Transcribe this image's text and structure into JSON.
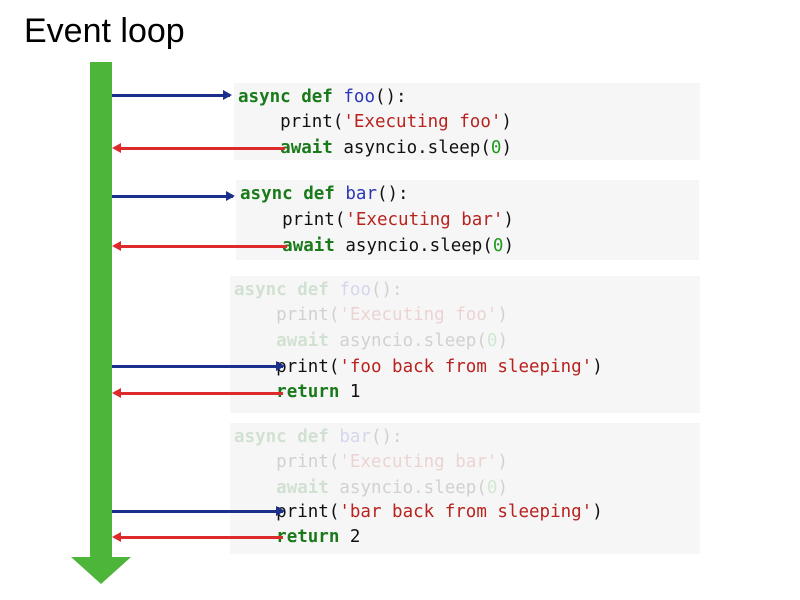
{
  "title": "Event loop",
  "blocks": [
    {
      "lines": [
        {
          "parts": [
            {
              "t": "async def",
              "c": "kw"
            },
            {
              "t": " ",
              "c": "plain"
            },
            {
              "t": "foo",
              "c": "fn"
            },
            {
              "t": "():",
              "c": "plain"
            }
          ]
        },
        {
          "parts": [
            {
              "t": "    print(",
              "c": "plain"
            },
            {
              "t": "'Executing foo'",
              "c": "str"
            },
            {
              "t": ")",
              "c": "plain"
            }
          ]
        },
        {
          "parts": [
            {
              "t": "    ",
              "c": "plain"
            },
            {
              "t": "await",
              "c": "kw"
            },
            {
              "t": " asyncio.sleep(",
              "c": "plain"
            },
            {
              "t": "0",
              "c": "num"
            },
            {
              "t": ")",
              "c": "plain"
            }
          ]
        }
      ]
    },
    {
      "lines": [
        {
          "parts": [
            {
              "t": "async def",
              "c": "kw"
            },
            {
              "t": " ",
              "c": "plain"
            },
            {
              "t": "bar",
              "c": "fn"
            },
            {
              "t": "():",
              "c": "plain"
            }
          ]
        },
        {
          "parts": [
            {
              "t": "    print(",
              "c": "plain"
            },
            {
              "t": "'Executing bar'",
              "c": "str"
            },
            {
              "t": ")",
              "c": "plain"
            }
          ]
        },
        {
          "parts": [
            {
              "t": "    ",
              "c": "plain"
            },
            {
              "t": "await",
              "c": "kw"
            },
            {
              "t": " asyncio.sleep(",
              "c": "plain"
            },
            {
              "t": "0",
              "c": "num"
            },
            {
              "t": ")",
              "c": "plain"
            }
          ]
        }
      ]
    },
    {
      "lines": [
        {
          "faded": true,
          "parts": [
            {
              "t": "async def",
              "c": "kw"
            },
            {
              "t": " ",
              "c": "plain"
            },
            {
              "t": "foo",
              "c": "fn"
            },
            {
              "t": "():",
              "c": "plain"
            }
          ]
        },
        {
          "faded": true,
          "parts": [
            {
              "t": "    print(",
              "c": "plain"
            },
            {
              "t": "'Executing foo'",
              "c": "str"
            },
            {
              "t": ")",
              "c": "plain"
            }
          ]
        },
        {
          "faded": true,
          "parts": [
            {
              "t": "    ",
              "c": "plain"
            },
            {
              "t": "await",
              "c": "kw"
            },
            {
              "t": " asyncio.sleep(",
              "c": "plain"
            },
            {
              "t": "0",
              "c": "num"
            },
            {
              "t": ")",
              "c": "plain"
            }
          ]
        },
        {
          "parts": [
            {
              "t": "    print(",
              "c": "plain"
            },
            {
              "t": "'foo back from sleeping'",
              "c": "str"
            },
            {
              "t": ")",
              "c": "plain"
            }
          ]
        },
        {
          "parts": [
            {
              "t": "    ",
              "c": "plain"
            },
            {
              "t": "return",
              "c": "kw"
            },
            {
              "t": " 1",
              "c": "plain"
            }
          ]
        }
      ]
    },
    {
      "lines": [
        {
          "faded": true,
          "parts": [
            {
              "t": "async def",
              "c": "kw"
            },
            {
              "t": " ",
              "c": "plain"
            },
            {
              "t": "bar",
              "c": "fn"
            },
            {
              "t": "():",
              "c": "plain"
            }
          ]
        },
        {
          "faded": true,
          "parts": [
            {
              "t": "    print(",
              "c": "plain"
            },
            {
              "t": "'Executing bar'",
              "c": "str"
            },
            {
              "t": ")",
              "c": "plain"
            }
          ]
        },
        {
          "faded": true,
          "parts": [
            {
              "t": "    ",
              "c": "plain"
            },
            {
              "t": "await",
              "c": "kw"
            },
            {
              "t": " asyncio.sleep(",
              "c": "plain"
            },
            {
              "t": "0",
              "c": "num"
            },
            {
              "t": ")",
              "c": "plain"
            }
          ]
        },
        {
          "parts": [
            {
              "t": "    print(",
              "c": "plain"
            },
            {
              "t": "'bar back from sleeping'",
              "c": "str"
            },
            {
              "t": ")",
              "c": "plain"
            }
          ]
        },
        {
          "parts": [
            {
              "t": "    ",
              "c": "plain"
            },
            {
              "t": "return",
              "c": "kw"
            },
            {
              "t": " 2",
              "c": "plain"
            }
          ]
        }
      ]
    }
  ],
  "colors": {
    "timeline": "#4cb53a",
    "arrow_in": "#1b2f8c",
    "arrow_out": "#dd2b2b",
    "keyword": "#1a7a1a",
    "function_name": "#2b36b8",
    "string": "#b8231f",
    "number": "#1f9b1f"
  },
  "icons": {
    "timeline": "down-arrow-icon",
    "arrow_in": "right-arrow-icon",
    "arrow_out": "left-arrow-icon"
  }
}
